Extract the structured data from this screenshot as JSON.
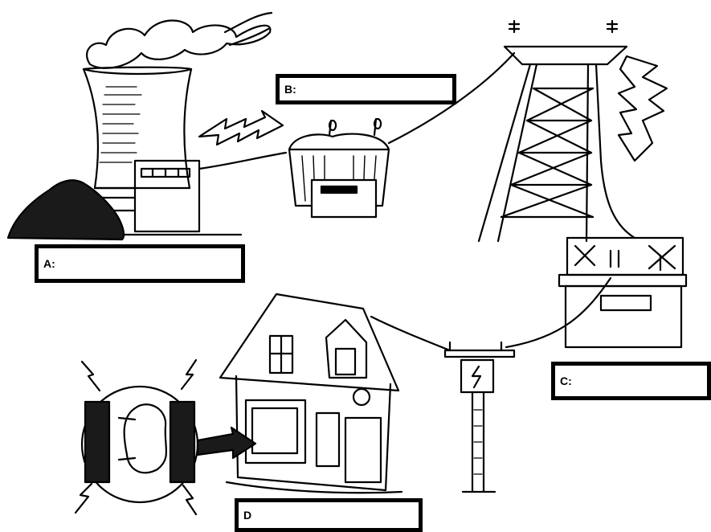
{
  "labels": [
    {
      "id": "A",
      "text": "A:",
      "value": ""
    },
    {
      "id": "B",
      "text": "B:",
      "value": ""
    },
    {
      "id": "C",
      "text": "C:",
      "value": ""
    },
    {
      "id": "D",
      "text": "D",
      "value": ""
    }
  ]
}
